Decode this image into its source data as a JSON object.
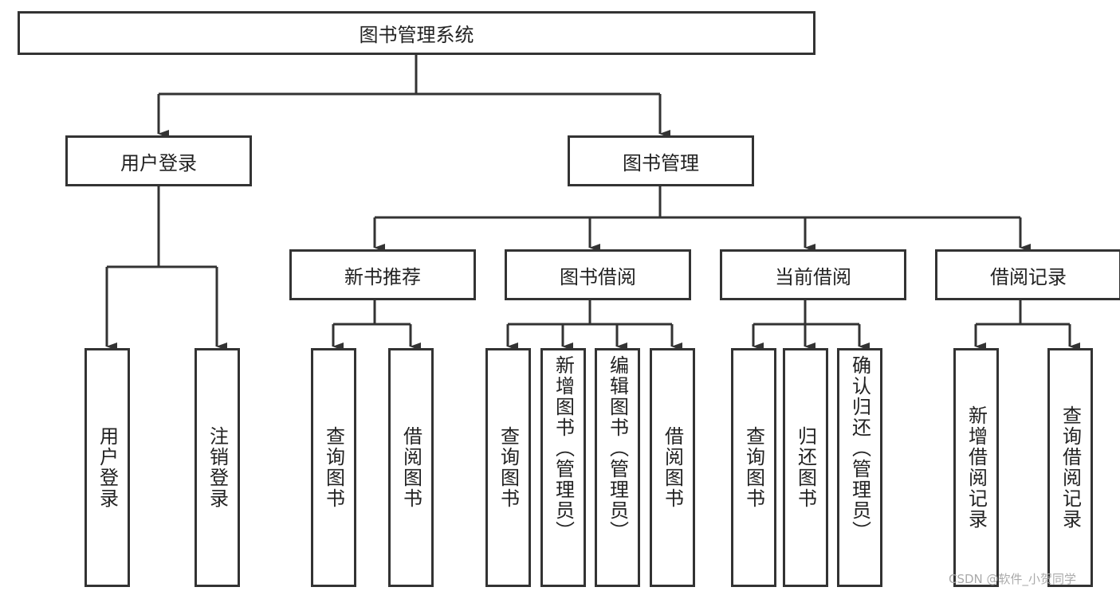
{
  "root": "图书管理系统",
  "level1": [
    "用户登录",
    "图书管理"
  ],
  "user_login_children": [
    "用户登录",
    "注销登录"
  ],
  "level2": [
    "新书推荐",
    "图书借阅",
    "当前借阅",
    "借阅记录"
  ],
  "new_books_children": [
    "查询图书",
    "借阅图书"
  ],
  "borrow_children": [
    "查询图书",
    "新增图书（管理员）",
    "编辑图书（管理员）",
    "借阅图书"
  ],
  "current_children": [
    "查询图书",
    "归还图书",
    "确认归还（管理员）"
  ],
  "records_children": [
    "新增借阅记录",
    "查询借阅记录"
  ],
  "watermark": "CSDN @软件_小贺同学"
}
